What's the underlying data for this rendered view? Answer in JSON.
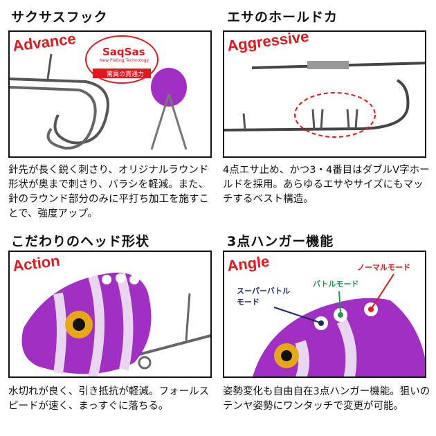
{
  "panels": [
    {
      "title": "サクサスフック",
      "tag": "Advance",
      "desc": "針先が長く鋭く刺さり、オリジナルラウンド形状が奥まで刺さり、バラシを軽減。また、針のラウンド部分のみに平打ち加工を施すことで、強度アップ。",
      "logo": {
        "name": "SaqSas",
        "sub": "New Plating Technology",
        "band": "驚異の貫通力"
      }
    },
    {
      "title": "エサのホールドカ",
      "tag": "Aggressive",
      "desc": "4点エサ止め、かつ3・4番目はダブルV字ホールドを採用。あらゆるエサやサイズにもマッチするベスト構造。"
    },
    {
      "title": "こだわりのヘッド形状",
      "tag": "Action",
      "desc": "水切れが良く、引き抵抗が軽減。フォールスピードが速く、まっすぐに落ちる。"
    },
    {
      "title": "3点ハンガー機能",
      "tag": "Angle",
      "desc": "姿勢変化も自由自在3点ハンガー機能。狙いのテンヤ姿勢にワンタッチで変更が可能。",
      "labels": {
        "super": "スーパーバトルモード",
        "battle": "バトルモード",
        "normal": "ノーマルモード"
      }
    }
  ],
  "colors": {
    "accent": "#e3181d",
    "purple": "#a12fc4",
    "green": "#1a9a4a",
    "navy": "#1b2a5c"
  }
}
